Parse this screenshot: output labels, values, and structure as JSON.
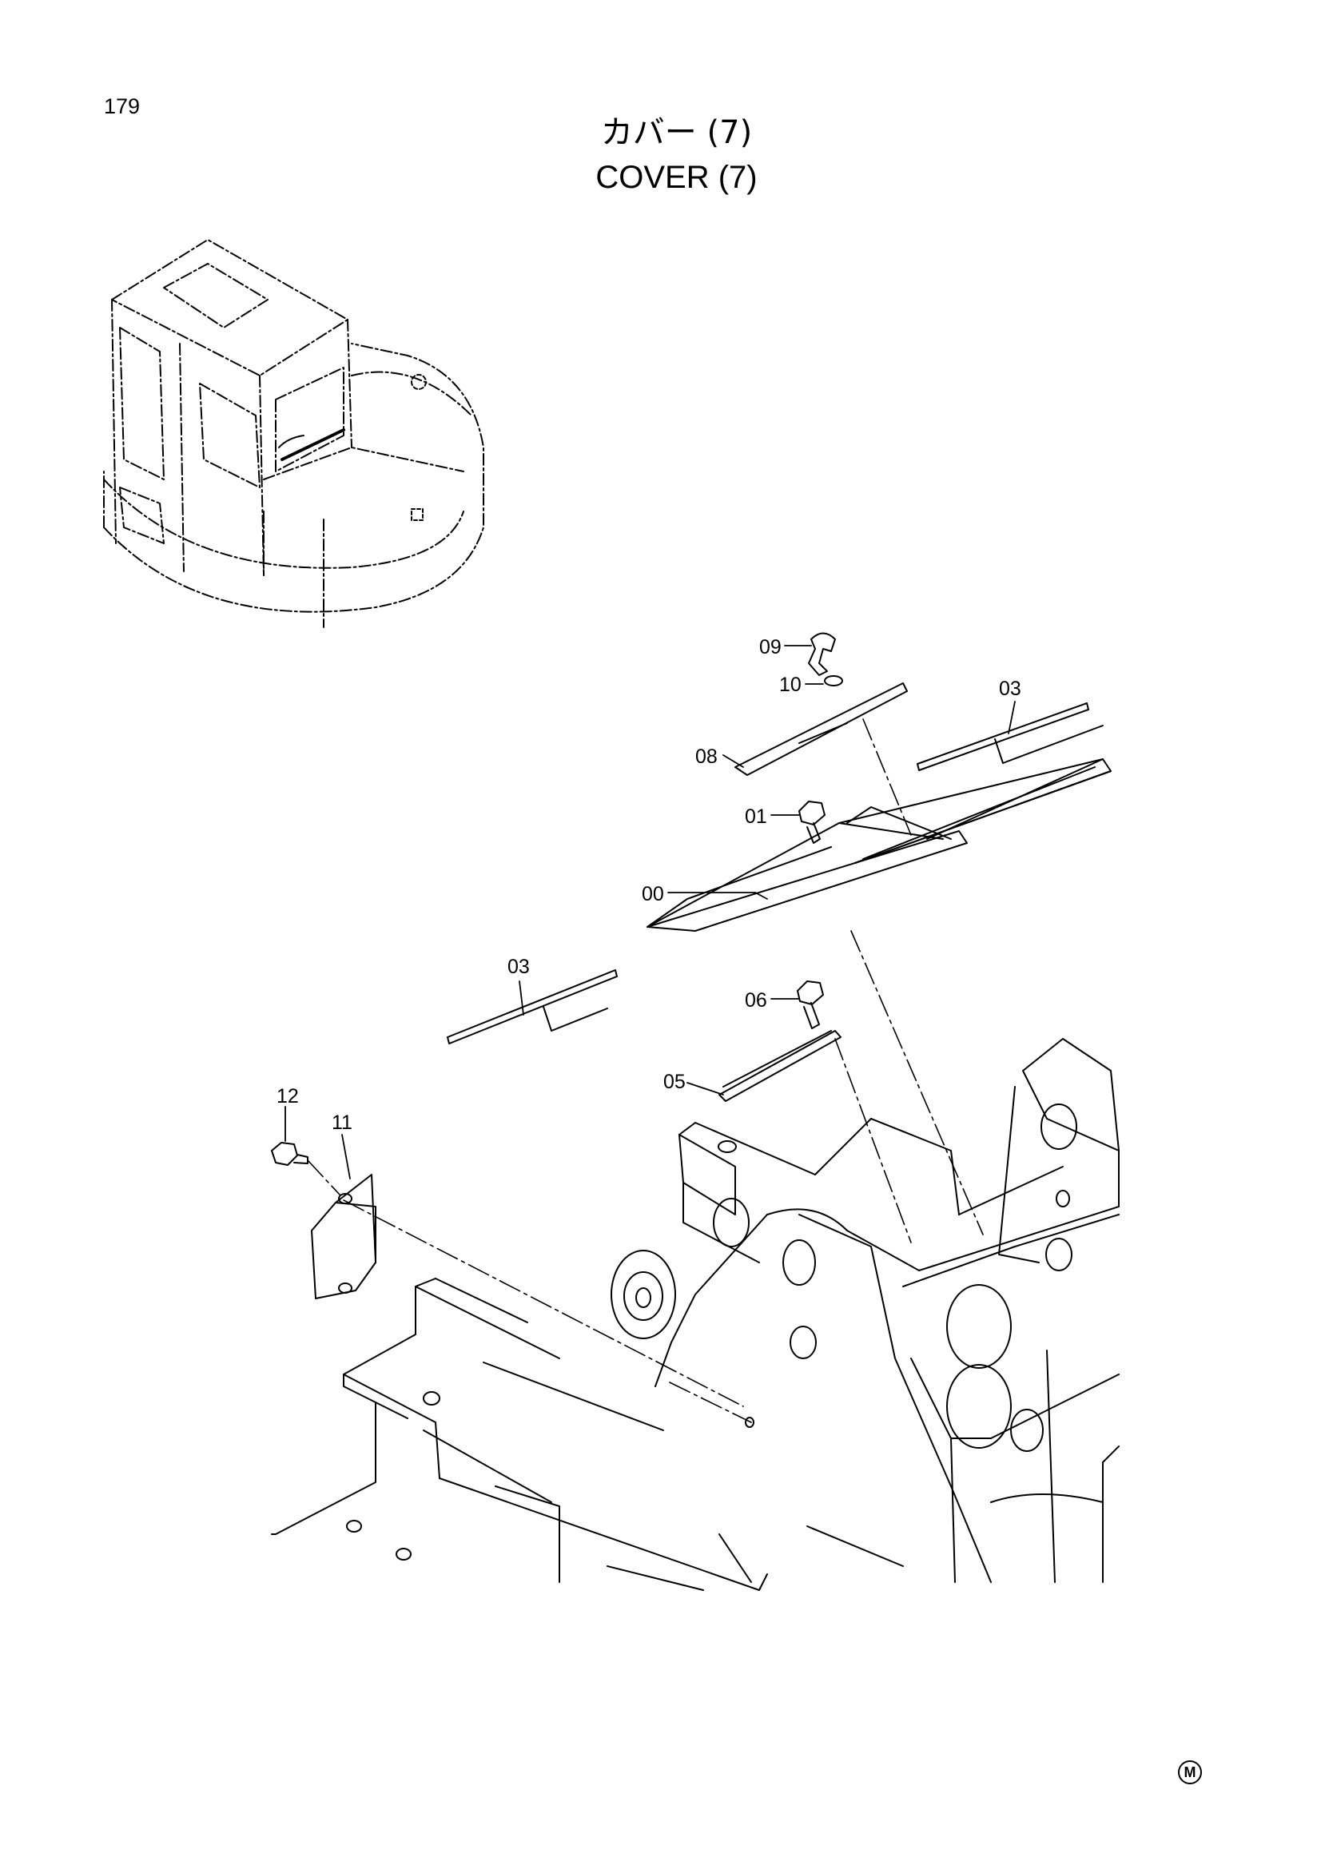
{
  "page": {
    "number": "179",
    "mark": "M"
  },
  "title": {
    "japanese": "カバー (7)",
    "english": "COVER (7)"
  },
  "callouts": {
    "c00": "00",
    "c01": "01",
    "c03a": "03",
    "c03b": "03",
    "c05": "05",
    "c06": "06",
    "c08": "08",
    "c09": "09",
    "c10": "10",
    "c11": "11",
    "c12": "12"
  }
}
